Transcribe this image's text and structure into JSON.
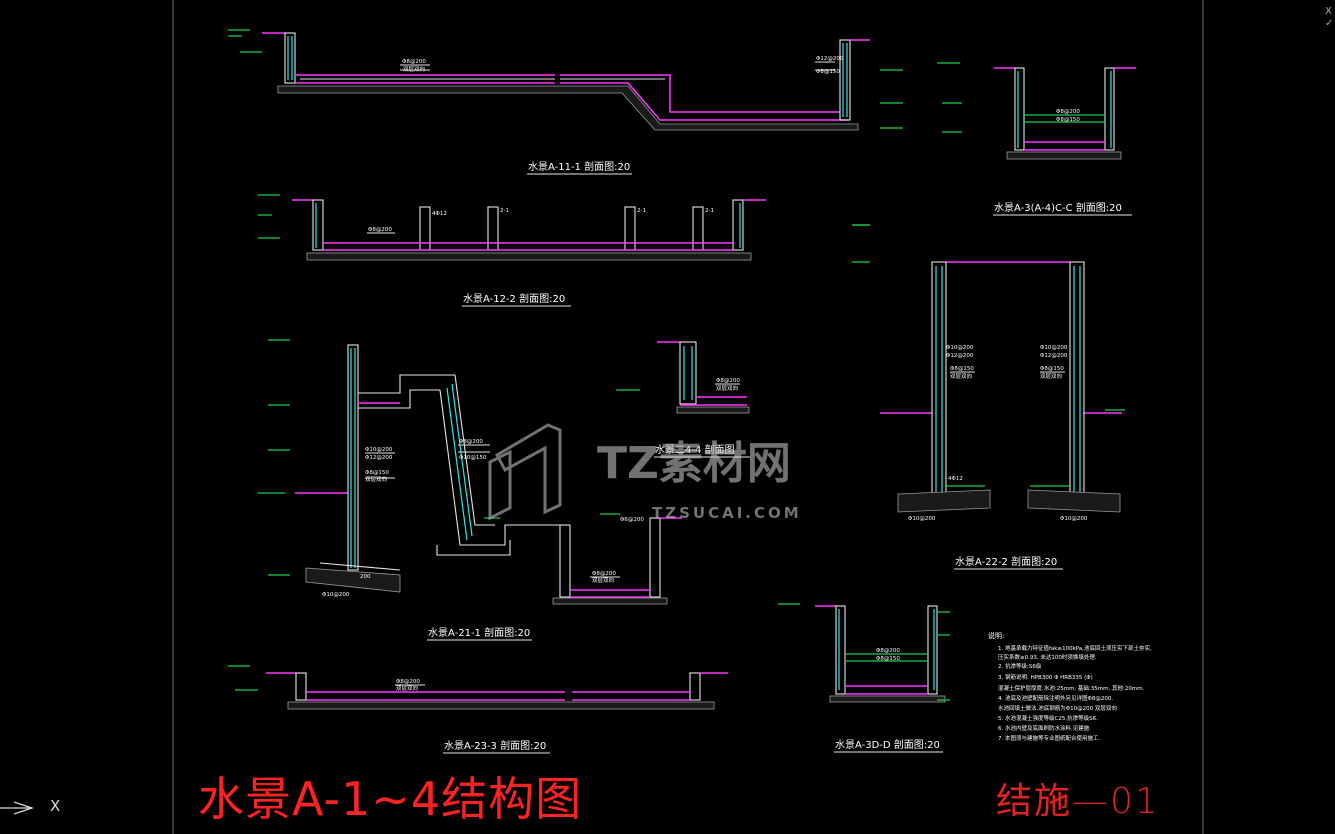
{
  "sheet": {
    "main_title": "水景A-1~4结构图",
    "sheet_number": "结施—01",
    "ucs_label": "X",
    "corner_marks": [
      "X",
      "✓"
    ]
  },
  "watermark": {
    "text_cn": "TZ素材网",
    "text_en": "TZSUCAI.COM"
  },
  "sections": [
    {
      "id": "s1",
      "title": "水景A-11-1 剖面图:20"
    },
    {
      "id": "s2",
      "title": "水景A-12-2 剖面图:20"
    },
    {
      "id": "s3",
      "title": "水景A-21-1 剖面图:20"
    },
    {
      "id": "s4",
      "title": "水景A-23-3 剖面图:20"
    },
    {
      "id": "s5",
      "title": "水景A-3(A-4)C-C 剖面图:20"
    },
    {
      "id": "s6",
      "title": "水景A-22-2 剖面图:20"
    },
    {
      "id": "s7",
      "title": "水景A-3D-D 剖面图:20"
    },
    {
      "id": "s8",
      "title": "水景二4-4 剖面图"
    }
  ],
  "notes": {
    "heading": "说明:",
    "lines": [
      "1. 地基承载力特征值fak≥100kPa,池底回土须压实下部土夯实,",
      "   压实系数≥0.93, 未达100时须换填处理.",
      "2. 抗渗等级:S6级",
      "3.    钢筋说明:  HPB300  Φ   HRB335  (Φ)",
      "   混凝土保护层厚度:水池:25mm,  基础:35mm,   其他:20mm.",
      "4. 池底及池壁配筋除注明外另见详图Φ8@200.",
      "   水池回填土做法,池底钢筋为Φ10@200   双层双向",
      "5. 水池混凝土强度等级C25,抗渗等级S6.",
      "6. 水池内壁及底面刷防水涂料,见建施.",
      "7. 本图须与建施等专业图纸配合使用施工."
    ]
  },
  "rebar_labels": {
    "r1": "Φ8@200",
    "r2": "双层双向",
    "r3": "Φ10@200",
    "r4": "Φ12@200",
    "r5": "Φ8@150",
    "r6": "Φ10@150",
    "r7": "4Φ12",
    "r8": "Φ6@200",
    "r9": "2-1",
    "r10": "200"
  }
}
